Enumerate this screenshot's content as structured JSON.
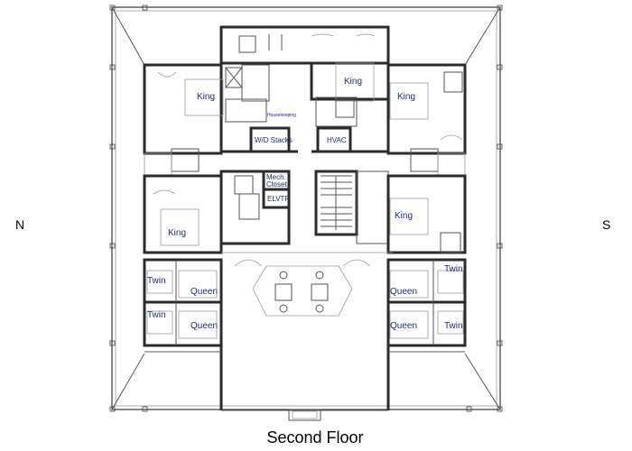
{
  "title": "Second Floor",
  "compass": {
    "left": "N",
    "right": "S"
  },
  "rooms": {
    "king_nw": "King",
    "king_north_center": "King",
    "king_ne": "King",
    "king_sw": "King",
    "king_se": "King",
    "twin_w_upper": "Twin",
    "twin_w_lower": "Twin",
    "queen_w_upper": "Queen",
    "queen_w_lower": "Queen",
    "queen_e_upper": "Queen",
    "queen_e_lower": "Queen",
    "twin_e_upper": "Twin",
    "twin_e_lower": "Twin"
  },
  "utilities": {
    "housekeeping": "Housekeeping",
    "wd_stacks": "W/D Stacks",
    "hvac": "HVAC",
    "mech_closet_line1": "Mech.",
    "mech_closet_line2": "Closet",
    "elevator": "ELVTR"
  }
}
